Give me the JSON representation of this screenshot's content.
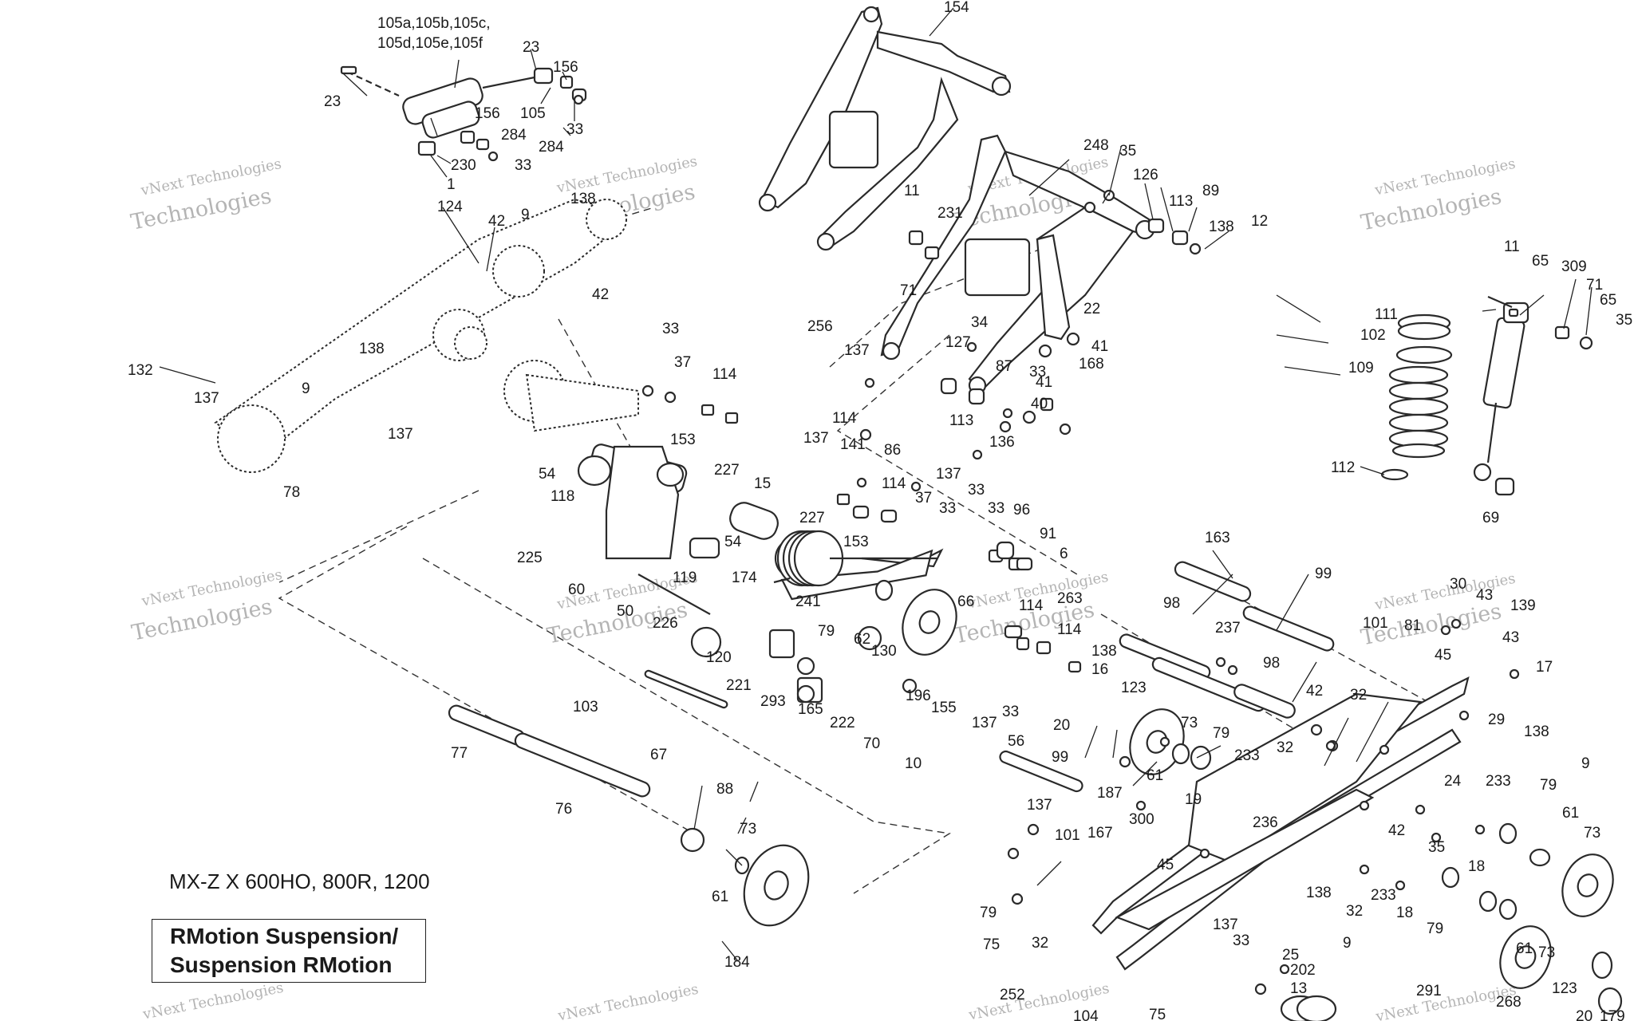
{
  "diagram": {
    "model_line": "MX-Z X 600HO, 800R, 1200",
    "title_line_1": "RMotion Suspension/",
    "title_line_2": "Suspension RMotion",
    "watermark_line_1": "vNext Technologies",
    "watermark_line_2": "Technologies",
    "part_numbers": [
      "105a,105b,105c,",
      "105d,105e,105f",
      "23",
      "156",
      "23",
      "105",
      "156",
      "33",
      "284",
      "284",
      "230",
      "33",
      "1",
      "154",
      "124",
      "42",
      "9",
      "138",
      "42",
      "132",
      "138",
      "9",
      "137",
      "137",
      "78",
      "33",
      "37",
      "114",
      "256",
      "137",
      "153",
      "227",
      "15",
      "137",
      "114",
      "141",
      "86",
      "54",
      "118",
      "225",
      "119",
      "54",
      "174",
      "227",
      "114",
      "37",
      "33",
      "153",
      "241",
      "11",
      "231",
      "71",
      "248",
      "35",
      "126",
      "113",
      "89",
      "138",
      "12",
      "22",
      "34",
      "41",
      "127",
      "87",
      "33",
      "41",
      "168",
      "40",
      "113",
      "136",
      "137",
      "33",
      "33",
      "96",
      "91",
      "6",
      "11",
      "65",
      "309",
      "71",
      "65",
      "35",
      "111",
      "102",
      "109",
      "112",
      "69",
      "60",
      "50",
      "226",
      "103",
      "120",
      "221",
      "293",
      "165",
      "222",
      "70",
      "10",
      "79",
      "62",
      "130",
      "196",
      "66",
      "114",
      "263",
      "114",
      "155",
      "138",
      "16",
      "123",
      "137",
      "33",
      "56",
      "20",
      "187",
      "73",
      "61",
      "79",
      "19",
      "233",
      "77",
      "67",
      "76",
      "88",
      "73",
      "61",
      "184",
      "99",
      "137",
      "163",
      "99",
      "98",
      "237",
      "98",
      "42",
      "32",
      "32",
      "101",
      "81",
      "30",
      "43",
      "139",
      "43",
      "17",
      "45",
      "29",
      "138",
      "9",
      "24",
      "233",
      "79",
      "61",
      "73",
      "236",
      "300",
      "101",
      "167",
      "45",
      "42",
      "35",
      "18",
      "233",
      "18",
      "79",
      "79",
      "75",
      "32",
      "138",
      "32",
      "9",
      "137",
      "33",
      "25",
      "202",
      "13",
      "252",
      "104",
      "75",
      "291",
      "268",
      "123",
      "20",
      "179",
      "61",
      "73"
    ]
  }
}
